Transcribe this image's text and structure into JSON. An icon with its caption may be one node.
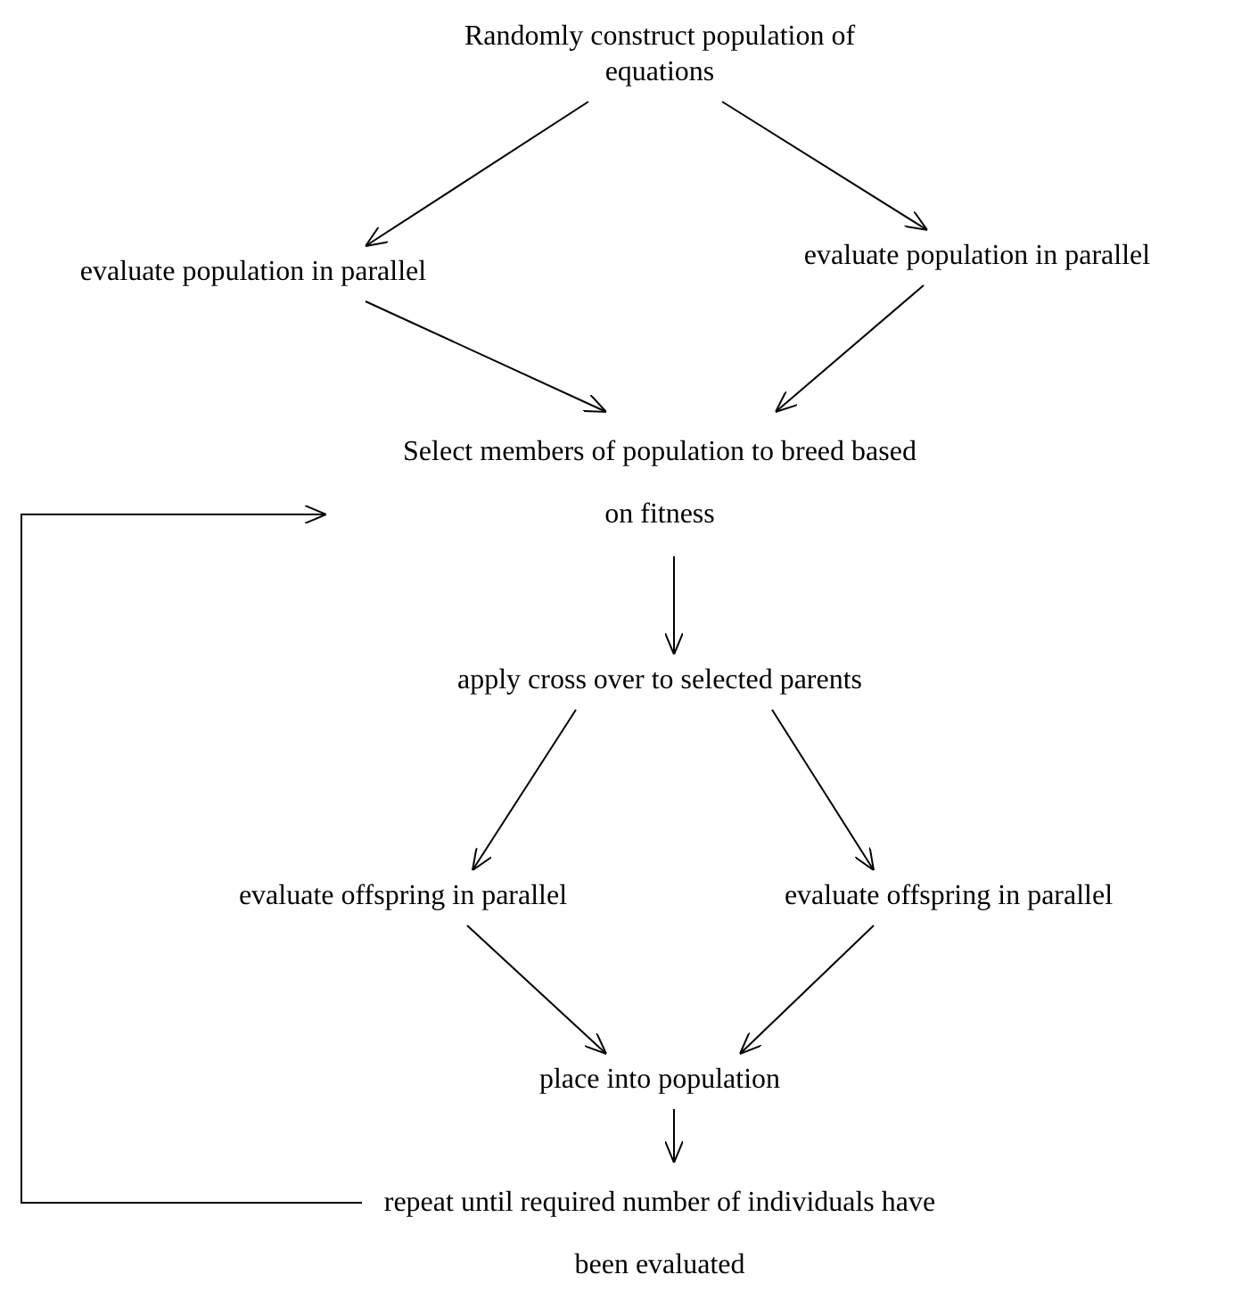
{
  "diagram": {
    "nodes": [
      {
        "text": [
          "Randomly construct population of equations"
        ]
      },
      {
        "text": [
          "evaluate population in parallel"
        ]
      },
      {
        "text": [
          "evaluate population in parallel"
        ]
      },
      {
        "text": [
          "Select members of population to breed based on fitness"
        ]
      },
      {
        "text": [
          "apply cross over to selected parents"
        ]
      },
      {
        "text": [
          "evaluate offspring in parallel"
        ]
      },
      {
        "text": [
          "evaluate offspring in parallel"
        ]
      },
      {
        "text": [
          "place into population"
        ]
      },
      {
        "text": [
          "repeat until required number of individuals have been evaluated"
        ]
      }
    ],
    "edges": [
      {
        "from": 0,
        "to": 1,
        "arrow": "to"
      },
      {
        "from": 0,
        "to": 2,
        "arrow": "to"
      },
      {
        "from": 1,
        "to": 3,
        "arrow": "to"
      },
      {
        "from": 2,
        "to": 3,
        "arrow": "to"
      },
      {
        "from": 3,
        "to": 4,
        "arrow": "to"
      },
      {
        "from": 4,
        "to": 5,
        "arrow": "to"
      },
      {
        "from": 4,
        "to": 6,
        "arrow": "to"
      },
      {
        "from": 5,
        "to": 7,
        "arrow": "to"
      },
      {
        "from": 6,
        "to": 7,
        "arrow": "to"
      },
      {
        "from": 7,
        "to": 8,
        "arrow": "to"
      },
      {
        "from": 8,
        "to": 3,
        "arrow": "to"
      }
    ]
  }
}
